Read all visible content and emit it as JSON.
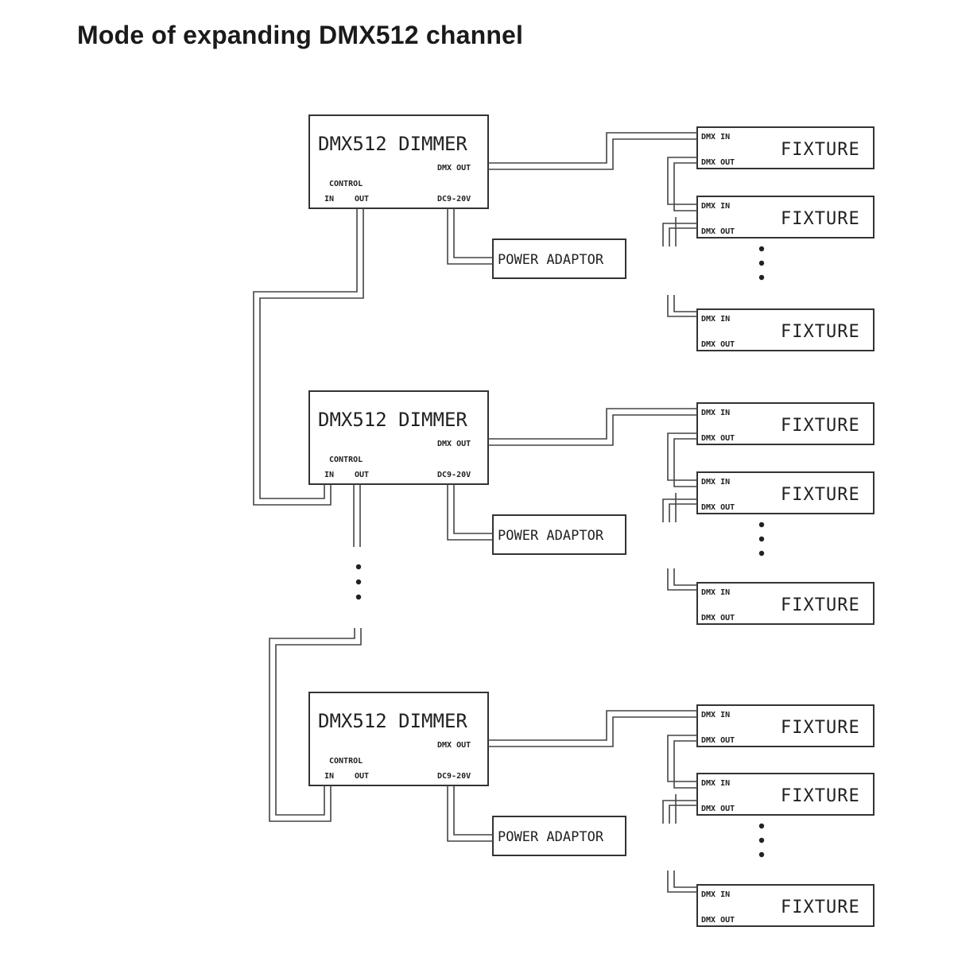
{
  "title": "Mode of expanding DMX512 channel",
  "dimmer": {
    "name": "DMX512 DIMMER",
    "dmx_out": "DMX OUT",
    "control": "CONTROL",
    "in": "IN",
    "out": "OUT",
    "power_port": "DC9-20V"
  },
  "power_adaptor": "POWER ADAPTOR",
  "fixture": {
    "name": "FIXTURE",
    "dmx_in": "DMX IN",
    "dmx_out": "DMX OUT"
  },
  "colors": {
    "line": "#444444",
    "box_border": "#333333",
    "text": "#222222"
  }
}
